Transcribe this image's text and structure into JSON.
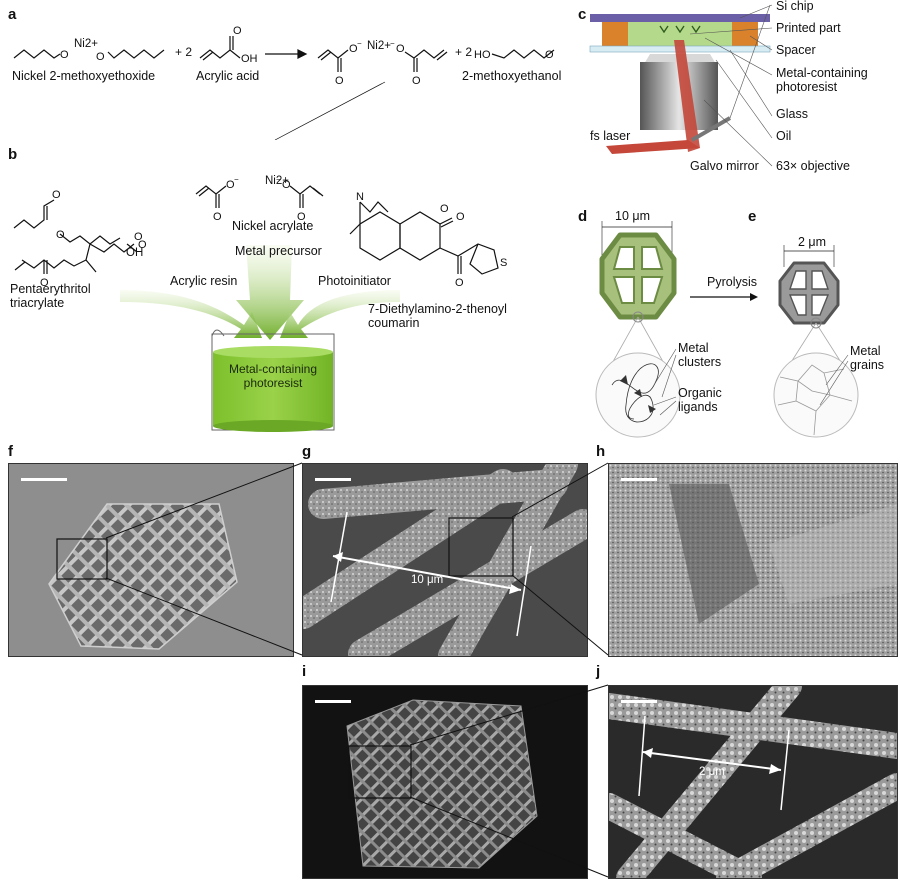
{
  "panel_letters": [
    "a",
    "b",
    "c",
    "d",
    "e",
    "f",
    "g",
    "h",
    "i",
    "j"
  ],
  "panel_a": {
    "reactant_1": "Nickel 2-methoxyethoxide",
    "plus_1": "+ 2",
    "reactant_2": "Acrylic acid",
    "plus_2": "+ 2",
    "product_2": "2-methoxyethanol",
    "ni_ion": "Ni2+"
  },
  "panel_b": {
    "nickel_acrylate": "Nickel acrylate",
    "monomer": "Pentaerythritol\ntriacrylate",
    "photoinitiator_name": "7-Diethylamino-2-thenoyl\ncoumarin",
    "arrow_resin": "Acrylic resin",
    "arrow_precursor": "Metal precursor",
    "arrow_photoinitiator": "Photoinitiator",
    "beaker_label": "Metal-containing\nphotoresist",
    "oh_label": "OH",
    "ni_label": "Ni2+"
  },
  "panel_c": {
    "labels": [
      "Si chip",
      "Printed part",
      "Spacer",
      "Metal-containing\nphotoresist",
      "Glass",
      "Oil",
      "63× objective"
    ],
    "fs_laser": "fs laser",
    "galvo": "Galvo mirror"
  },
  "panel_d": {
    "dimension": "10 μm",
    "metal_clusters": "Metal\nclusters",
    "organic_ligands": "Organic\nligands"
  },
  "arrow_pyrolysis": "Pyrolysis",
  "panel_e": {
    "dimension": "2 μm",
    "metal_grains": "Metal\ngrains"
  },
  "panel_g": {
    "dimension": "10 μm"
  },
  "panel_j": {
    "dimension": "2 μm"
  },
  "colors": {
    "resin_green": "#8dc63f",
    "lattice_green": "#8faa62",
    "si_chip": "#6b5fa7",
    "spacer": "#d9822b",
    "laser": "#c4473a"
  }
}
